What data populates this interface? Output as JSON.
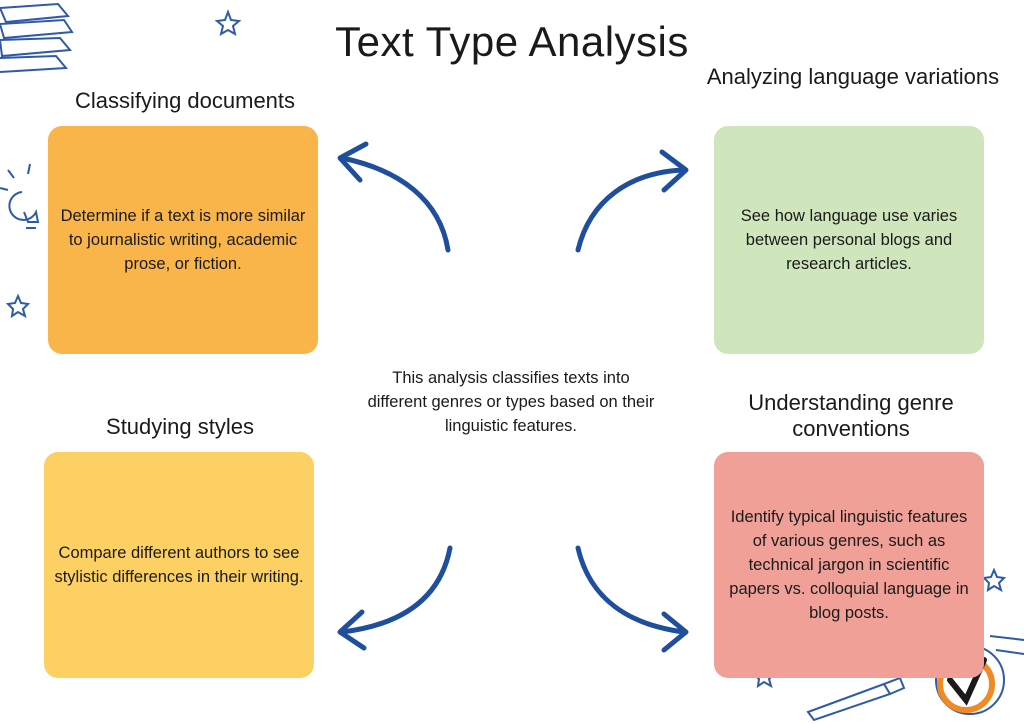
{
  "title": "Text Type Analysis",
  "center_text": "This analysis classifies texts into different genres or types based on their linguistic features.",
  "quadrants": [
    {
      "heading": "Classifying documents",
      "body": "Determine if a text is more similar to journalistic writing, academic prose, or fiction.",
      "color": "#F9B54A"
    },
    {
      "heading": "Analyzing language variations",
      "body": "See how language use varies between personal blogs and research articles.",
      "color": "#CFE6BC"
    },
    {
      "heading": "Studying styles",
      "body": "Compare different authors to see stylistic differences in their writing.",
      "color": "#FCD062"
    },
    {
      "heading": "Understanding genre conventions",
      "body": "Identify typical linguistic features of various genres, such as technical jargon in scientific papers vs. colloquial language in blog posts.",
      "color": "#F0A097"
    }
  ],
  "colors": {
    "arrow": "#1F4E9C",
    "doodle": "#2F5AA8",
    "logo_orange": "#F08A24"
  }
}
